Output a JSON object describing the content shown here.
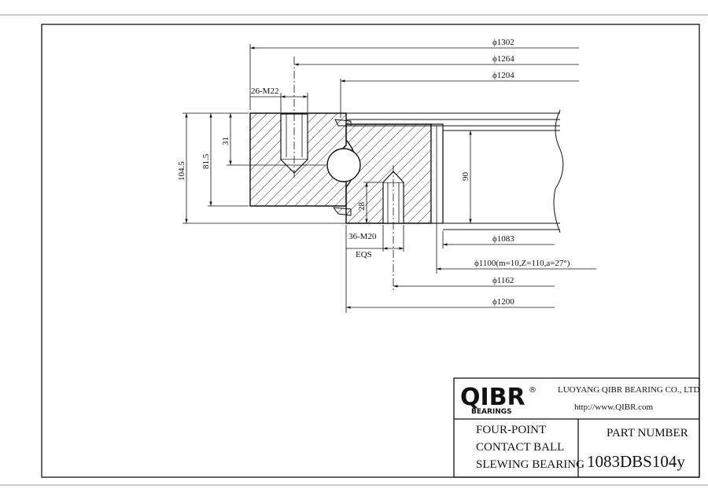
{
  "drawing": {
    "dimensions": {
      "d1302": "ϕ1302",
      "d1264": "ϕ1264",
      "d1204": "ϕ1204",
      "bolt_outer": "26-M22",
      "h104": "104.5",
      "h81": "81.5",
      "h31": "31",
      "h90": "90",
      "h28": "28",
      "bolt_inner": "36-M20",
      "eqs": "EQS",
      "d1083": "ϕ1083",
      "d1100": "ϕ1100(m=10,Z=110,a=27°)",
      "d1162": "ϕ1162",
      "d1200": "ϕ1200"
    }
  },
  "title_block": {
    "logo_text": "QIBR",
    "logo_registered": "®",
    "logo_sub": "BEARINGS",
    "company": "LUOYANG QIBR BEARING CO., LTD",
    "website": "http://www.QIBR.com",
    "desc_line1": "FOUR-POINT",
    "desc_line2": "CONTACT BALL",
    "desc_line3": "SLEWING BEARING",
    "part_label": "PART NUMBER",
    "part_number": "1083DBS104y"
  }
}
